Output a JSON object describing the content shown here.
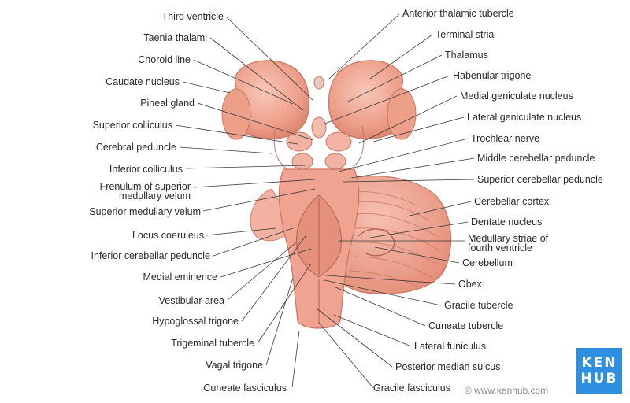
{
  "labels_left": [
    "Third ventricle",
    "Taenia thalami",
    "Choroid line",
    "Caudate nucleus",
    "Pineal gland",
    "Superior colliculus",
    "Cerebral peduncle",
    "Inferior colliculus",
    "Frenulum of superior",
    "medullary velum",
    "Superior medullary velum",
    "Locus coeruleus",
    "Inferior cerebellar peduncle",
    "Medial eminence",
    "Vestibular area",
    "Hypoglossal trigone",
    "Trigeminal tubercle",
    "Vagal trigone",
    "Cuneate fasciculus"
  ],
  "labels_right": [
    "Anterior thalamic tubercle",
    "Terminal stria",
    "Thalamus",
    "Habenular trigone",
    "Medial geniculate nucleus",
    "Lateral geniculate nucleus",
    "Trochlear nerve",
    "Middle cerebellar peduncle",
    "Superior cerebellar peduncle",
    "Cerebellar cortex",
    "Dentate nucleus",
    "Medullary striae of",
    "fourth ventricle",
    "Cerebellum",
    "Obex",
    "Gracile tubercle",
    "Cuneate tubercle",
    "Lateral funiculus",
    "Posterior median sulcus",
    "Gracile fasciculus"
  ],
  "brand": {
    "line1": "KEN",
    "line2": "HUB"
  },
  "credit": "© www.kenhub.com",
  "colors": {
    "tissue": "#f0a896",
    "tissue_dark": "#d9806e",
    "tissue_light": "#f7c4b6",
    "leader": "#3a3a3a",
    "brand": "#2f8fe0"
  }
}
